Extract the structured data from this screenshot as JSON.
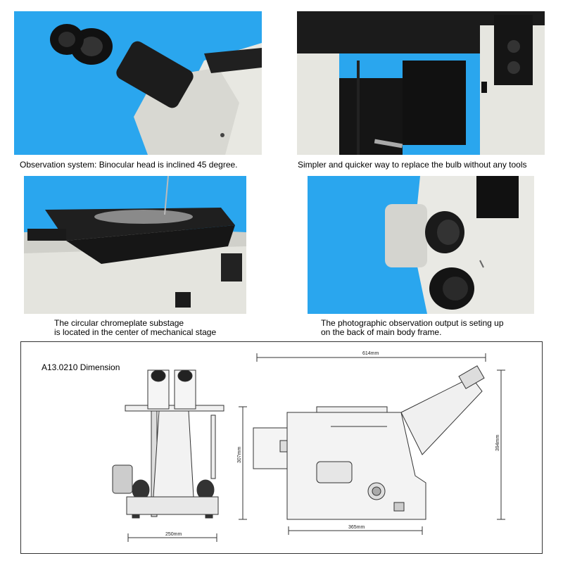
{
  "captions": {
    "p1": "Observation system: Binocular head is inclined 45 degree.",
    "p2": "Simpler and quicker way to replace the bulb without any tools",
    "p3_line1": "The circular chromeplate substage",
    "p3_line2": "is located in the center of mechanical stage",
    "p4_line1": "The photographic observation output is seting up",
    "p4_line2": "on the back of main body frame."
  },
  "dimension": {
    "title": "A13.0210 Dimension",
    "width_top": "614mm",
    "height_left": "307mm",
    "height_right": "394mm",
    "base_width": "365mm",
    "front_width": "250mm"
  },
  "colors": {
    "sky": "#2aa6ee",
    "body": "#e6e6e0",
    "dark": "#1a1a1a"
  }
}
